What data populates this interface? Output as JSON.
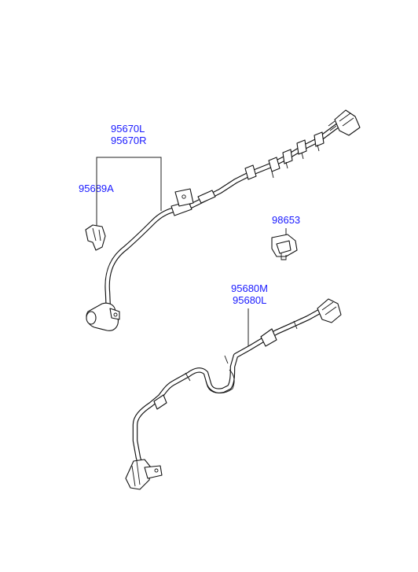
{
  "diagram": {
    "label_color": "#1a1aff",
    "line_color": "#111111",
    "background": "#ffffff"
  },
  "labels": {
    "front_sensor_left": "95670L",
    "front_sensor_right": "95670R",
    "bracket": "95689A",
    "clip": "98653",
    "rear_sensor_m": "95680M",
    "rear_sensor_l": "95680L"
  }
}
